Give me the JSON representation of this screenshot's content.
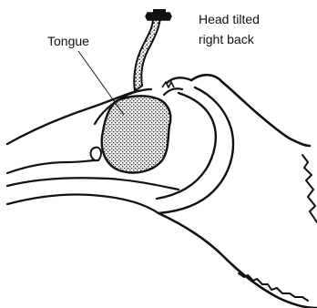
{
  "labels": {
    "tongue": "Tongue",
    "head_line1": "Head tilted",
    "head_line2": "right back"
  },
  "colors": {
    "ink": "#111111",
    "paper": "#ffffff",
    "stipple": "#444444"
  }
}
